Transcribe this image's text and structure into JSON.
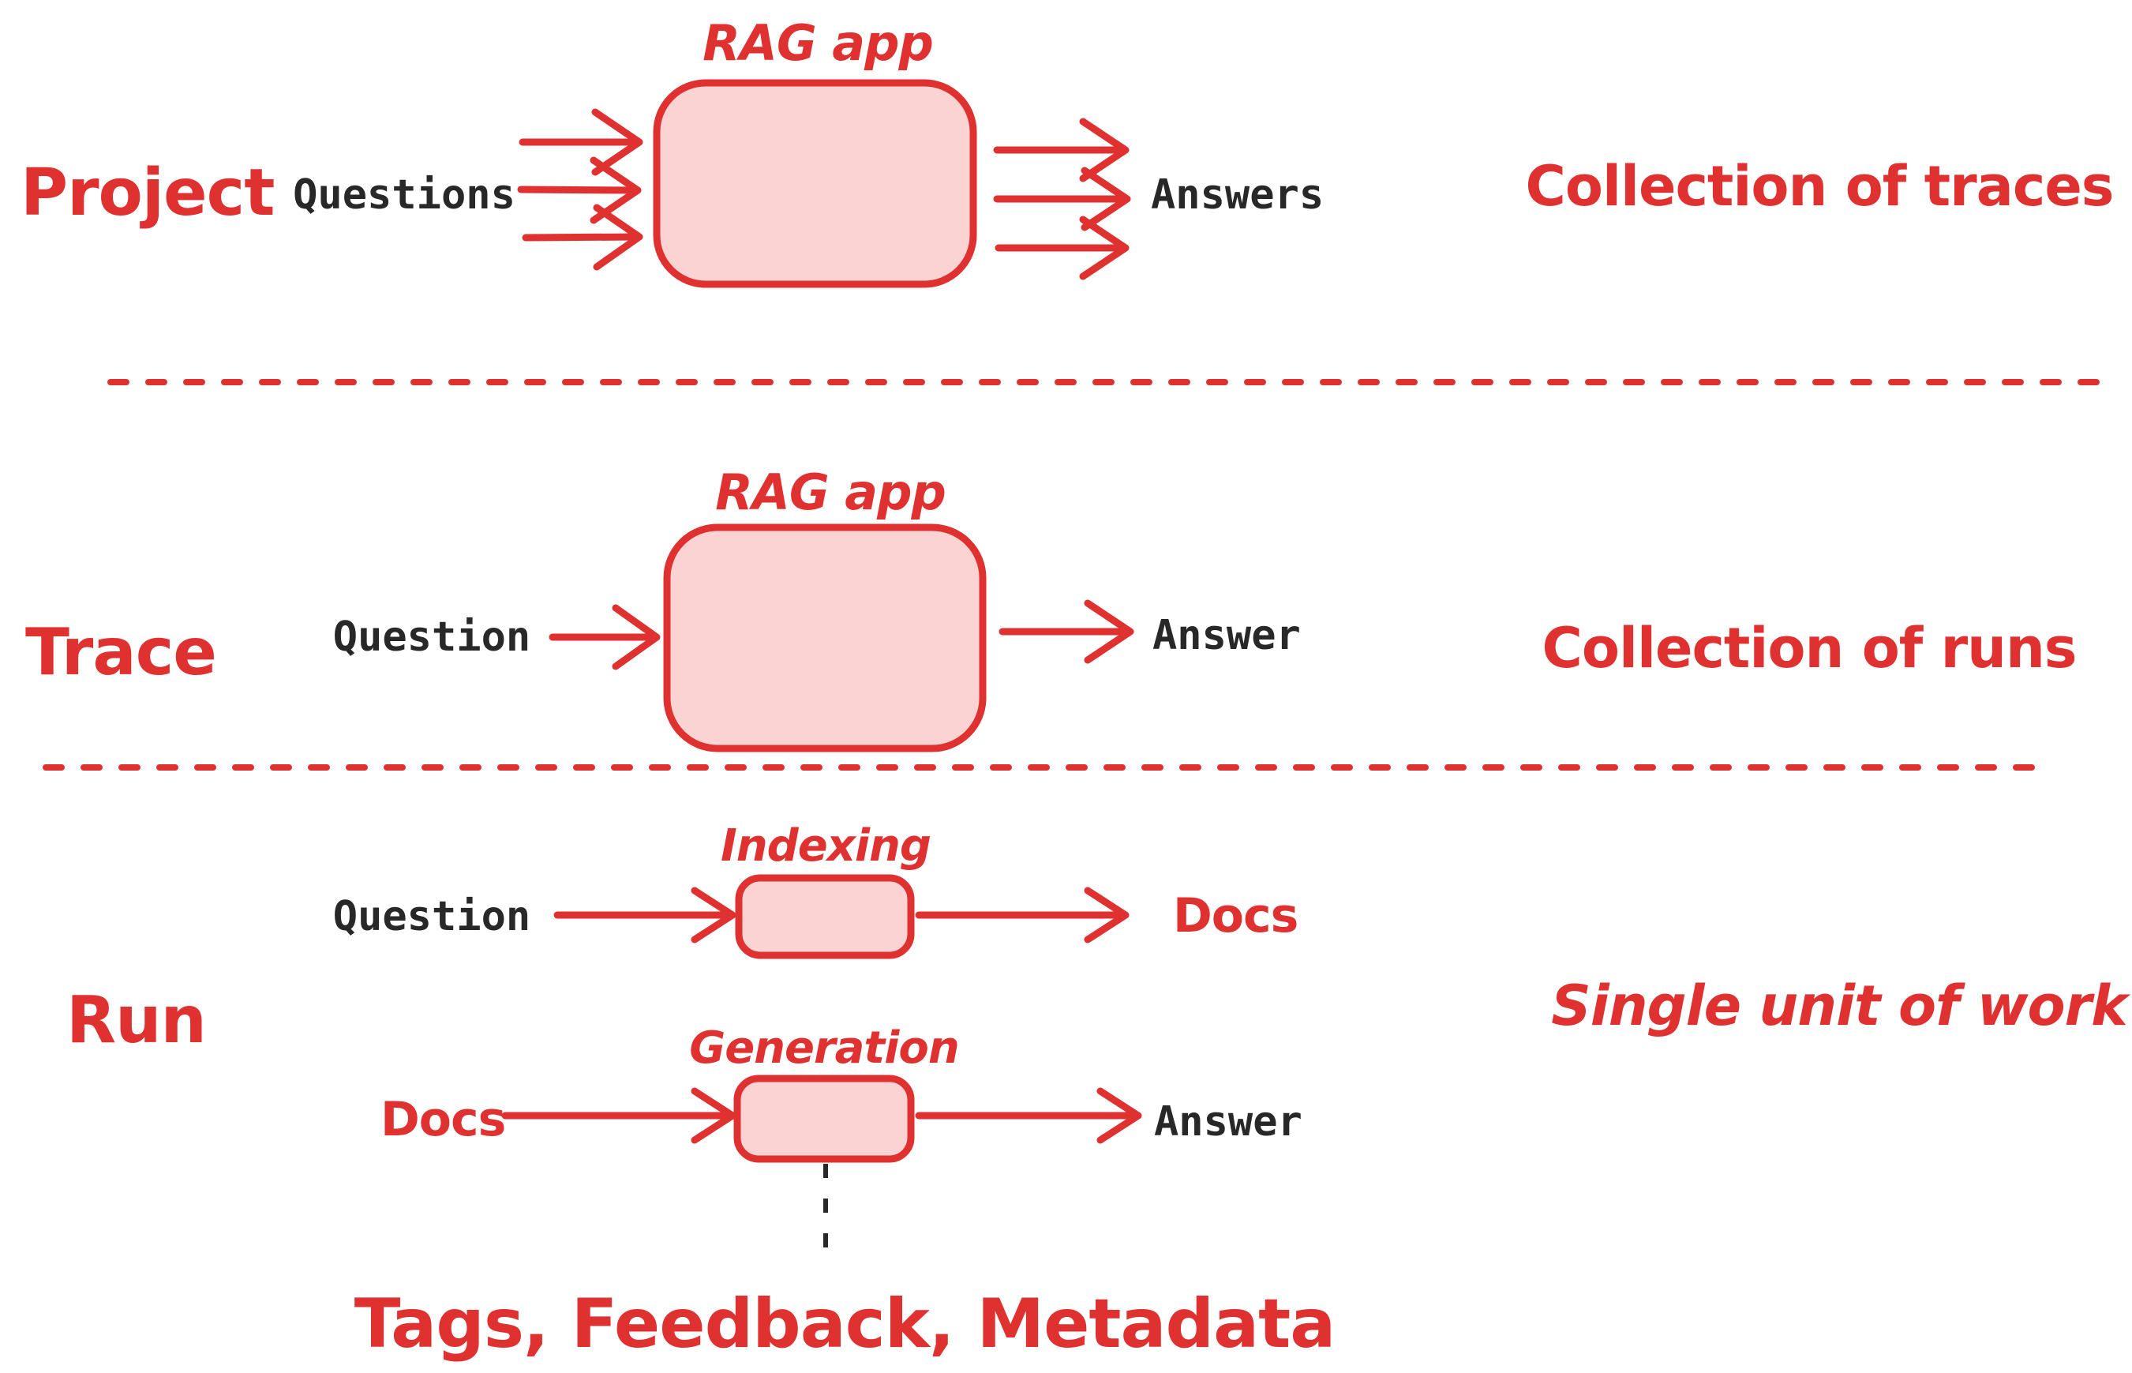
{
  "colors": {
    "red": "#e03131",
    "pink": "#fbd3d3",
    "ink": "#282828",
    "bg": "#ffffff"
  },
  "sections": [
    {
      "row_label": "Project",
      "input_label": "Questions",
      "box_label": "RAG app",
      "output_label": "Answers",
      "annotation": "Collection of traces"
    },
    {
      "row_label": "Trace",
      "input_label": "Question",
      "box_label": "RAG app",
      "output_label": "Answer",
      "annotation": "Collection of runs"
    },
    {
      "row_label": "Run",
      "annotation": "Single unit of work",
      "footnote": "Tags, Feedback, Metadata",
      "flows": [
        {
          "input_label": "Question",
          "box_label": "Indexing",
          "output_label": "Docs"
        },
        {
          "input_label": "Docs",
          "box_label": "Generation",
          "output_label": "Answer"
        }
      ]
    }
  ]
}
